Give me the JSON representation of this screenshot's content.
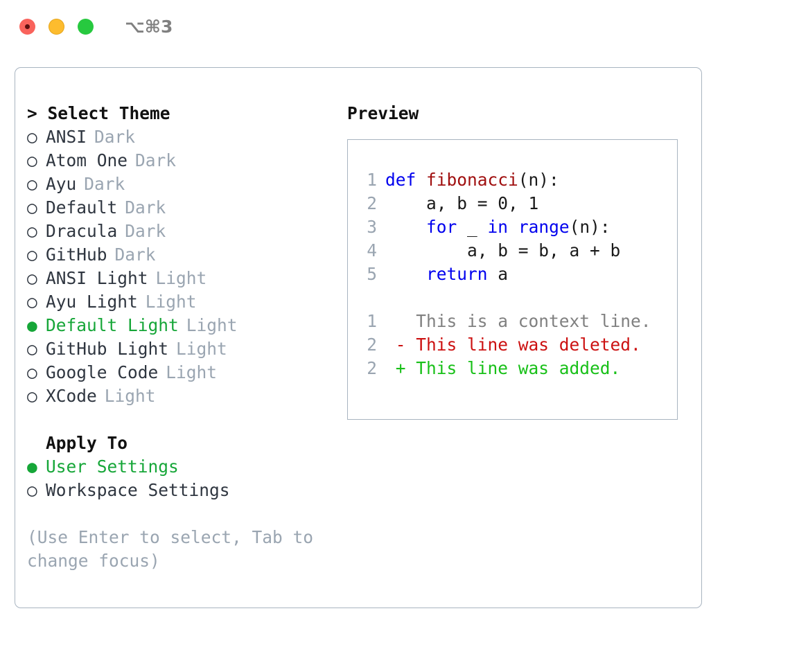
{
  "titlebar": {
    "shortcut": "⌥⌘3",
    "dots": [
      {
        "name": "close-button",
        "color": "#f9635c"
      },
      {
        "name": "minimize-button",
        "color": "#fdbc2e"
      },
      {
        "name": "maximize-button",
        "color": "#27c93f"
      }
    ]
  },
  "colors": {
    "accent_green": "#16a638",
    "muted": "#9aa5b1",
    "border": "#a8b4c0",
    "text": "#2f3640",
    "keyword_blue": "#0000ee",
    "function_red": "#a01010",
    "diff_deleted": "#cc1111",
    "diff_added": "#18c018"
  },
  "theme_picker": {
    "heading": "> Select Theme",
    "bullet_empty": "○",
    "bullet_filled": "●",
    "items": [
      {
        "label": "ANSI",
        "tag": "Dark",
        "selected": false
      },
      {
        "label": "Atom One",
        "tag": "Dark",
        "selected": false
      },
      {
        "label": "Ayu",
        "tag": "Dark",
        "selected": false
      },
      {
        "label": "Default",
        "tag": "Dark",
        "selected": false
      },
      {
        "label": "Dracula",
        "tag": "Dark",
        "selected": false
      },
      {
        "label": "GitHub",
        "tag": "Dark",
        "selected": false
      },
      {
        "label": "ANSI Light",
        "tag": "Light",
        "selected": false
      },
      {
        "label": "Ayu Light",
        "tag": "Light",
        "selected": false
      },
      {
        "label": "Default Light",
        "tag": "Light",
        "selected": true
      },
      {
        "label": "GitHub Light",
        "tag": "Light",
        "selected": false
      },
      {
        "label": "Google Code",
        "tag": "Light",
        "selected": false
      },
      {
        "label": "XCode",
        "tag": "Light",
        "selected": false
      }
    ]
  },
  "apply_to": {
    "heading": "Apply To",
    "items": [
      {
        "label": "User Settings",
        "selected": true
      },
      {
        "label": "Workspace Settings",
        "selected": false
      }
    ]
  },
  "hint": "(Use Enter to select, Tab to change focus)",
  "preview": {
    "title": "Preview",
    "code_lines": [
      {
        "no": "1",
        "tokens": [
          {
            "text": "def ",
            "kind": "kw"
          },
          {
            "text": "fibonacci",
            "kind": "fn"
          },
          {
            "text": "(n):",
            "kind": "def"
          }
        ]
      },
      {
        "no": "2",
        "tokens": [
          {
            "text": "    a, b = 0, 1",
            "kind": "def"
          }
        ]
      },
      {
        "no": "3",
        "tokens": [
          {
            "text": "    ",
            "kind": "def"
          },
          {
            "text": "for",
            "kind": "kw"
          },
          {
            "text": " _ ",
            "kind": "def"
          },
          {
            "text": "in",
            "kind": "kw"
          },
          {
            "text": " ",
            "kind": "def"
          },
          {
            "text": "range",
            "kind": "kw"
          },
          {
            "text": "(n):",
            "kind": "def"
          }
        ]
      },
      {
        "no": "4",
        "tokens": [
          {
            "text": "        a, b = b, a + b",
            "kind": "def"
          }
        ]
      },
      {
        "no": "5",
        "tokens": [
          {
            "text": "    ",
            "kind": "def"
          },
          {
            "text": "return",
            "kind": "kw"
          },
          {
            "text": " a",
            "kind": "def"
          }
        ]
      }
    ],
    "diff_lines": [
      {
        "no": "1",
        "text": "   This is a context line.",
        "kind": "ctx"
      },
      {
        "no": "2",
        "text": " - This line was deleted.",
        "kind": "del"
      },
      {
        "no": "2",
        "text": " + This line was added.",
        "kind": "add"
      }
    ]
  }
}
